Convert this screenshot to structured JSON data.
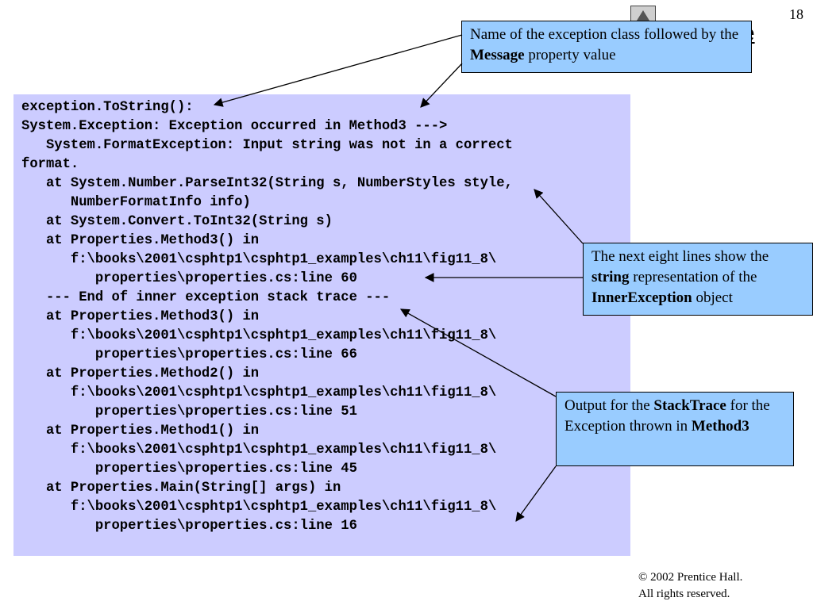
{
  "page_number": "18",
  "title_fragment": "e",
  "code_lines": [
    "exception.ToString():",
    "System.Exception: Exception occurred in Method3 --->",
    "   System.FormatException: Input string was not in a correct",
    "format.",
    "   at System.Number.ParseInt32(String s, NumberStyles style,",
    "      NumberFormatInfo info)",
    "   at System.Convert.ToInt32(String s)",
    "   at Properties.Method3() in",
    "      f:\\books\\2001\\csphtp1\\csphtp1_examples\\ch11\\fig11_8\\",
    "         properties\\properties.cs:line 60",
    "   --- End of inner exception stack trace ---",
    "   at Properties.Method3() in",
    "      f:\\books\\2001\\csphtp1\\csphtp1_examples\\ch11\\fig11_8\\",
    "         properties\\properties.cs:line 66",
    "   at Properties.Method2() in",
    "      f:\\books\\2001\\csphtp1\\csphtp1_examples\\ch11\\fig11_8\\",
    "         properties\\properties.cs:line 51",
    "   at Properties.Method1() in",
    "      f:\\books\\2001\\csphtp1\\csphtp1_examples\\ch11\\fig11_8\\",
    "         properties\\properties.cs:line 45",
    "   at Properties.Main(String[] args) in",
    "      f:\\books\\2001\\csphtp1\\csphtp1_examples\\ch11\\fig11_8\\",
    "         properties\\properties.cs:line 16"
  ],
  "callouts": {
    "exception_name": {
      "before": "Name of the exception class followed by the ",
      "bold": "Message",
      "after": " property value"
    },
    "inner_exception": {
      "before": "The next eight lines show the ",
      "bold1": "string",
      "middle": " representation of the ",
      "bold2": "InnerException",
      "after": " object"
    },
    "stack_trace": {
      "before": "Output for the ",
      "bold1": "StackTrace",
      "middle": " for the Exception thrown in ",
      "bold2": "Method3"
    }
  },
  "footer": {
    "copyright": "© 2002 Prentice Hall.",
    "rights": "All rights reserved."
  },
  "colors": {
    "code_background": "#ccccff",
    "callout_background": "#99ccff"
  },
  "icons": {
    "nav": "up-arrow-icon"
  }
}
